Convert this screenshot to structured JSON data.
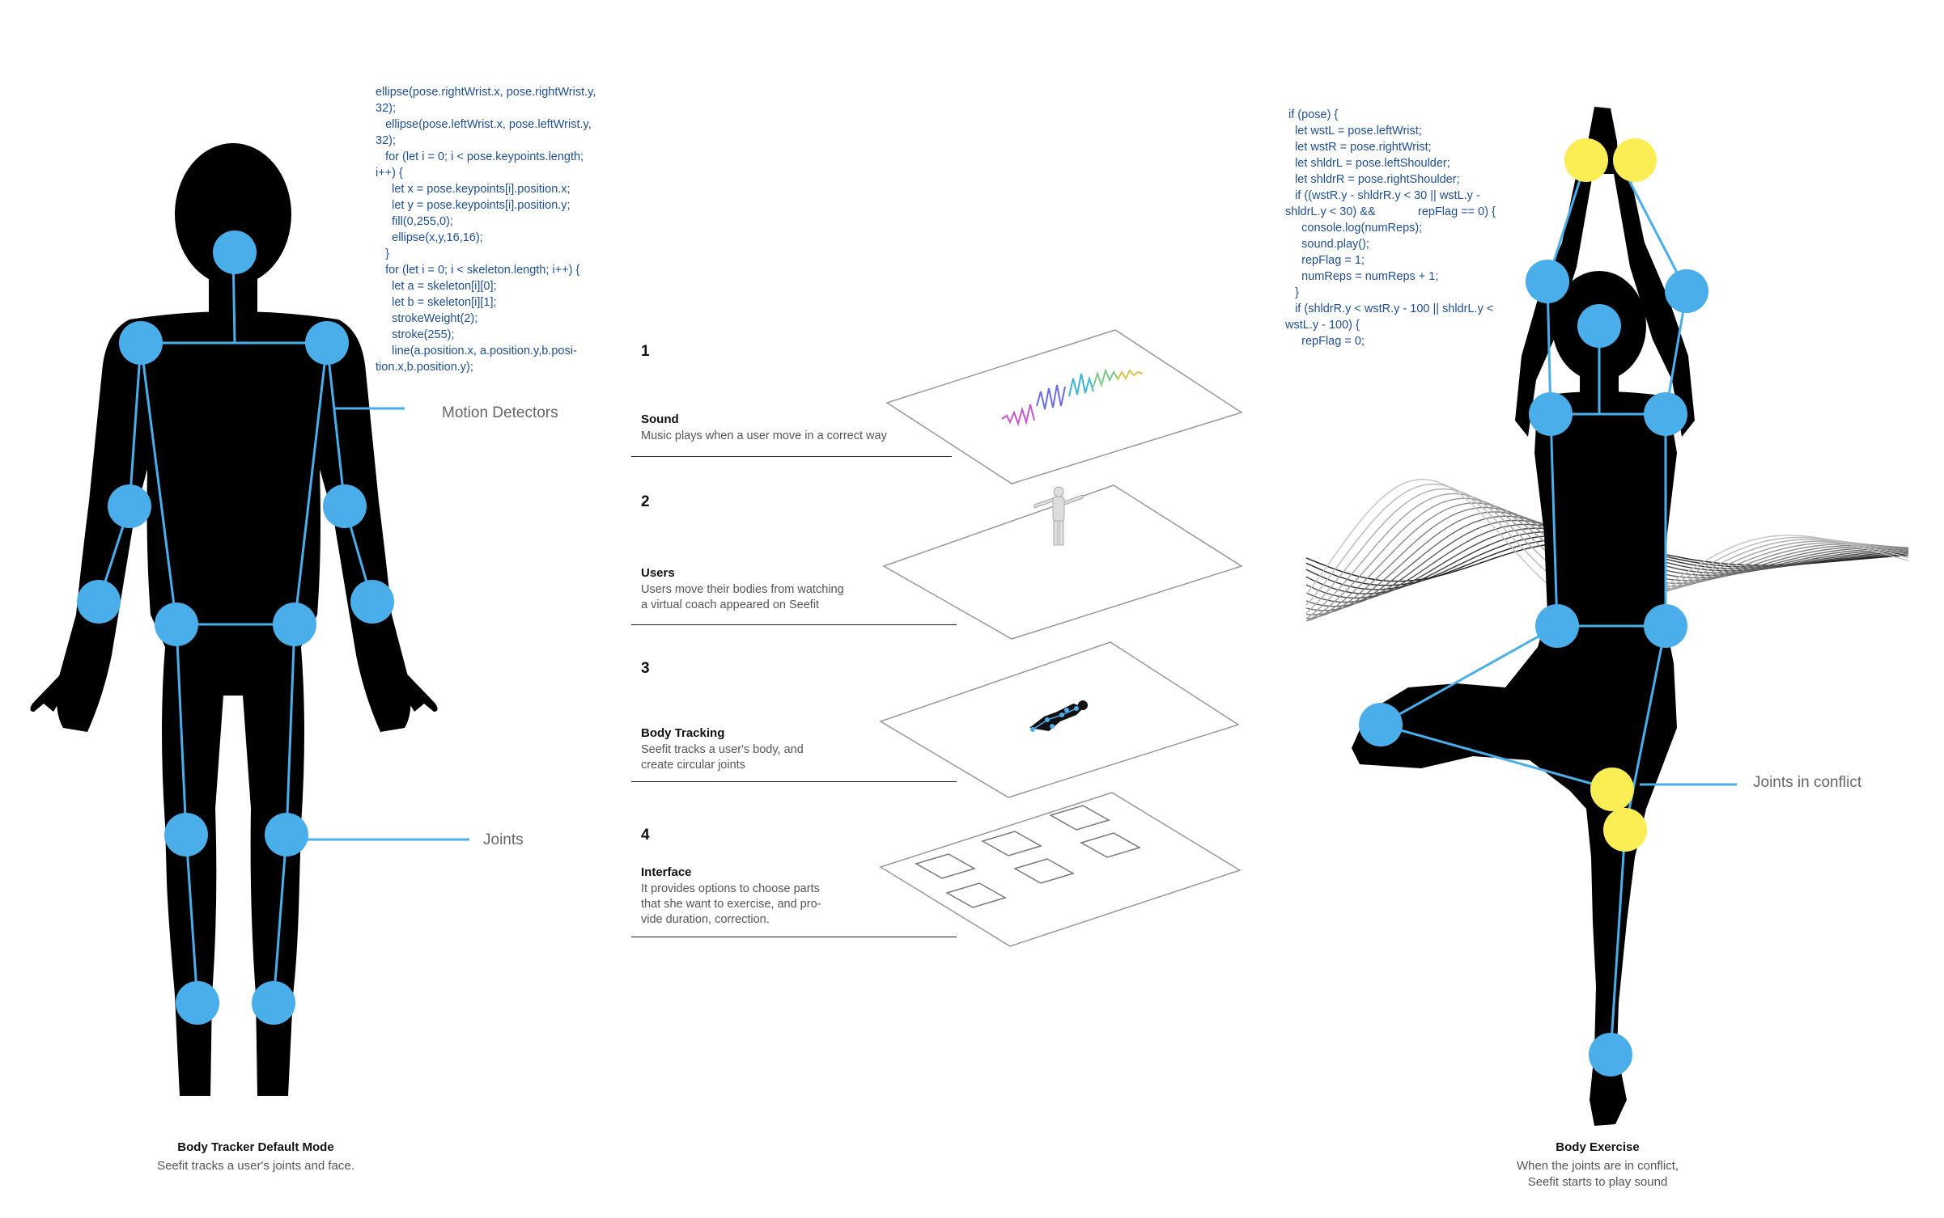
{
  "left": {
    "code_lines": [
      "ellipse(pose.rightWrist.x, pose.rightWrist.y,",
      "32);",
      "   ellipse(pose.leftWrist.x, pose.leftWrist.y,",
      "32);",
      "   for (let i = 0; i < pose.keypoints.length;",
      "i++) {",
      "     let x = pose.keypoints[i].position.x;",
      "     let y = pose.keypoints[i].position.y;",
      "     fill(0,255,0);",
      "     ellipse(x,y,16,16);",
      "   }",
      "   for (let i = 0; i < skeleton.length; i++) {",
      "     let a = skeleton[i][0];",
      "     let b = skeleton[i][1];",
      "     strokeWeight(2);",
      "     stroke(255);",
      "     line(a.position.x, a.position.y,b.posi-",
      "tion.x,b.position.y);"
    ],
    "label_motion": "Motion Detectors",
    "label_joints": "Joints",
    "caption_title": "Body Tracker Default Mode",
    "caption_sub": "Seefit tracks a user's joints and face."
  },
  "layers": [
    {
      "num": "1",
      "title": "Sound",
      "desc": [
        "Music plays when a user move in a correct way"
      ]
    },
    {
      "num": "2",
      "title": "Users",
      "desc": [
        "Users move their bodies from watching",
        "a virtual coach appeared on Seefit"
      ]
    },
    {
      "num": "3",
      "title": "Body Tracking",
      "desc": [
        "Seefit tracks a user's body, and",
        "create circular joints"
      ]
    },
    {
      "num": "4",
      "title": "Interface",
      "desc": [
        "It provides options to choose parts",
        "that she want to exercise, and pro-",
        "vide duration, correction."
      ]
    }
  ],
  "right": {
    "code_lines": [
      " if (pose) {",
      "   let wstL = pose.leftWrist;",
      "   let wstR = pose.rightWrist;",
      "   let shldrL = pose.leftShoulder;",
      "   let shldrR = pose.rightShoulder;",
      "   if ((wstR.y - shldrR.y < 30 || wstL.y -",
      "shldrL.y < 30) &&             repFlag == 0) {",
      "     console.log(numReps);",
      "     sound.play();",
      "     repFlag = 1;",
      "     numReps = numReps + 1;",
      "   }",
      "   if (shldrR.y < wstR.y - 100 || shldrL.y <",
      "wstL.y - 100) {",
      "     repFlag = 0;"
    ],
    "label_conflict": "Joints in conflict",
    "caption_title": "Body Exercise",
    "caption_sub": [
      "When the joints are in conflict,",
      "Seefit starts to play sound"
    ]
  },
  "colors": {
    "joint": "#4aaeea",
    "conflict": "#fbee55",
    "silhouette": "#000000",
    "code": "#1f4f8f"
  }
}
